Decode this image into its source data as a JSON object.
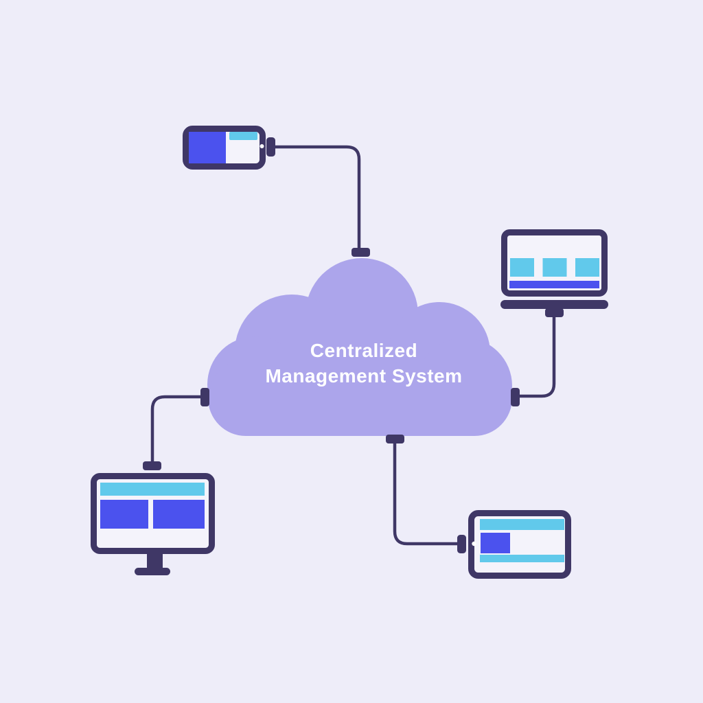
{
  "diagram": {
    "title_line1": "Centralized",
    "title_line2": "Management System"
  },
  "colors": {
    "background": "#EEEDF9",
    "cloud": "#ACA5EB",
    "outline": "#3F3766",
    "blue": "#4B52EE",
    "cyan": "#61C9EB",
    "screen": "#F4F3FB",
    "text": "#FFFFFF"
  },
  "icons": [
    {
      "name": "smartphone-icon",
      "position": "top-left"
    },
    {
      "name": "laptop-icon",
      "position": "right"
    },
    {
      "name": "desktop-monitor-icon",
      "position": "bottom-left"
    },
    {
      "name": "tablet-icon",
      "position": "bottom-right"
    }
  ],
  "connections": [
    {
      "from": "smartphone",
      "to": "cloud-top"
    },
    {
      "from": "laptop",
      "to": "cloud-right"
    },
    {
      "from": "desktop-monitor",
      "to": "cloud-left"
    },
    {
      "from": "tablet",
      "to": "cloud-bottom"
    }
  ]
}
